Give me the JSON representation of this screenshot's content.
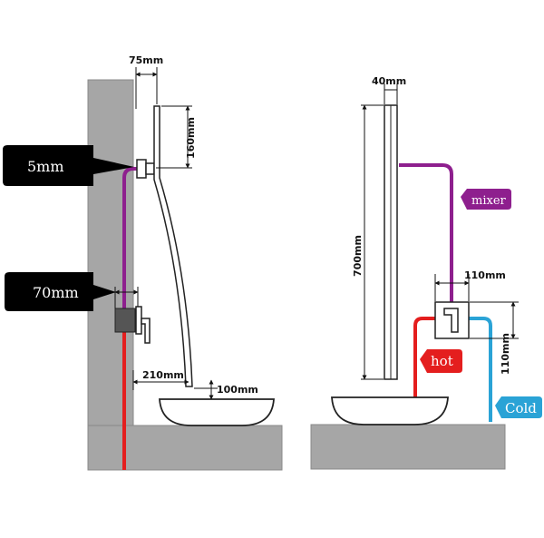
{
  "colors": {
    "wall": "#a6a6a6",
    "floor": "#a6a6a6",
    "mixer_pipe": "#8e1f8e",
    "hot_pipe": "#e41e1e",
    "cold_pipe": "#2aa3d6",
    "callout_bg": "#000000"
  },
  "left_view": {
    "callouts": {
      "wall_gap": "5mm",
      "valve_depth": "70mm"
    },
    "dimensions": {
      "top_offset": "75mm",
      "arm_drop": "160mm",
      "spout_reach": "210mm",
      "basin_gap": "100mm"
    }
  },
  "right_view": {
    "dimensions": {
      "panel_width": "40mm",
      "panel_height": "700mm",
      "valve_width": "110mm",
      "valve_height": "110mm"
    },
    "labels": {
      "mixer": "mixer",
      "hot": "hot",
      "cold": "Cold"
    }
  }
}
